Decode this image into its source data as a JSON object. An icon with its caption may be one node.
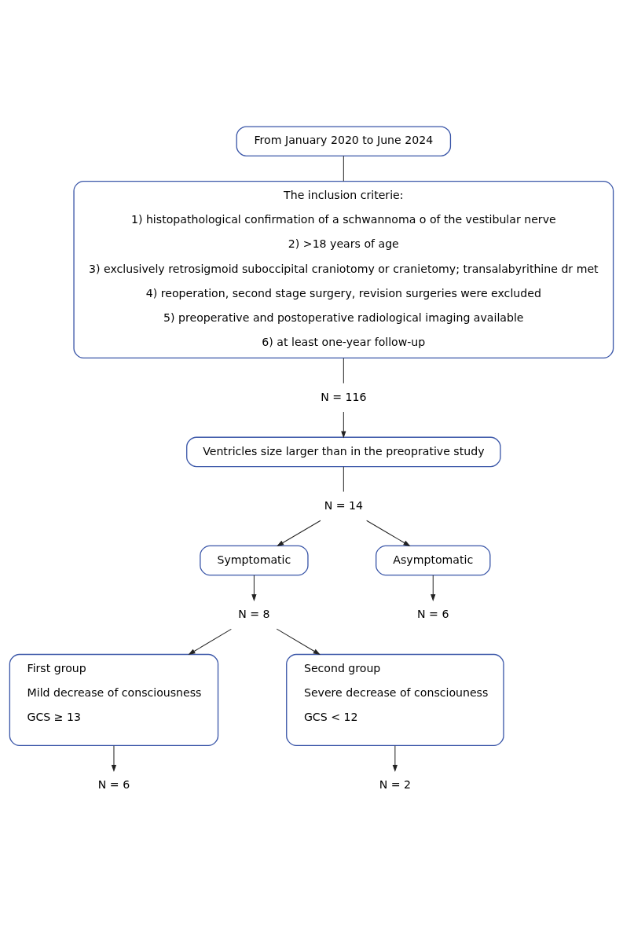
{
  "diagram": {
    "nodes": [
      {
        "text": [
          "From January 2020 to June 2024"
        ]
      },
      {
        "text": [
          "The inclusion criterie:",
          "1) histopathological confirmation of a schwannoma o of the vestibular nerve",
          "2) >18 years of age",
          "3) exclusively retrosigmoid suboccipital craniotomy or cranietomy; transalabyrithine dr met",
          "4) reoperation, second stage surgery, revision surgeries were excluded",
          "5) preoperative and postoperative radiological imaging available",
          "6) at least one-year follow-up"
        ]
      },
      {
        "text": [
          "N = 116"
        ]
      },
      {
        "text": [
          "Ventricles size larger than in the preoprative study"
        ]
      },
      {
        "text": [
          "N = 14"
        ]
      },
      {
        "text": [
          "Symptomatic"
        ]
      },
      {
        "text": [
          "Asymptomatic"
        ]
      },
      {
        "text": [
          "N = 8"
        ]
      },
      {
        "text": [
          "N = 6"
        ]
      },
      {
        "text": [
          "First group",
          "Mild decrease of consciousness",
          "GCS ≥ 13"
        ]
      },
      {
        "text": [
          "Second group",
          "Severe decrease of consciouness",
          "GCS < 12"
        ]
      },
      {
        "text": [
          "N = 6"
        ]
      },
      {
        "text": [
          "N = 2"
        ]
      }
    ],
    "edges": [
      {
        "from": 0,
        "to": 1,
        "arrow": "none"
      },
      {
        "from": 1,
        "to": 2,
        "arrow": "none"
      },
      {
        "from": 2,
        "to": 3,
        "arrow": "to"
      },
      {
        "from": 3,
        "to": 4,
        "arrow": "none"
      },
      {
        "from": 4,
        "to": 5,
        "arrow": "to"
      },
      {
        "from": 4,
        "to": 6,
        "arrow": "to"
      },
      {
        "from": 5,
        "to": 7,
        "arrow": "to"
      },
      {
        "from": 6,
        "to": 8,
        "arrow": "to"
      },
      {
        "from": 7,
        "to": 9,
        "arrow": "to"
      },
      {
        "from": 7,
        "to": 10,
        "arrow": "to"
      },
      {
        "from": 9,
        "to": 11,
        "arrow": "to"
      },
      {
        "from": 10,
        "to": 12,
        "arrow": "to"
      }
    ]
  }
}
